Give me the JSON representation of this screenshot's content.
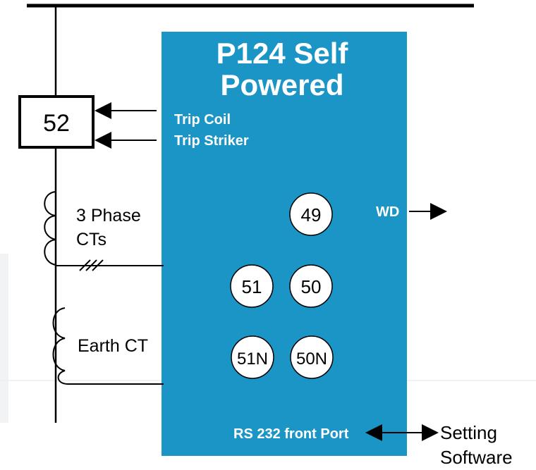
{
  "relay": {
    "title_line1": "P124 Self",
    "title_line2": "Powered",
    "trip_coil_label": "Trip Coil",
    "trip_striker_label": "Trip Striker",
    "watchdog_label": "WD",
    "port_label": "RS 232 front Port",
    "functions": [
      "49",
      "51",
      "50",
      "51N",
      "50N"
    ]
  },
  "breaker": {
    "label": "52"
  },
  "cts": {
    "phase_label_line1": "3 Phase",
    "phase_label_line2": "CTs",
    "earth_label": "Earth CT"
  },
  "software": {
    "line1": "Setting",
    "line2": "Software"
  },
  "colors": {
    "relay_fill": "#1A95C5",
    "relay_text": "#FFFFFF",
    "line": "#000000",
    "ghost_edge": "#EEF0F2"
  }
}
